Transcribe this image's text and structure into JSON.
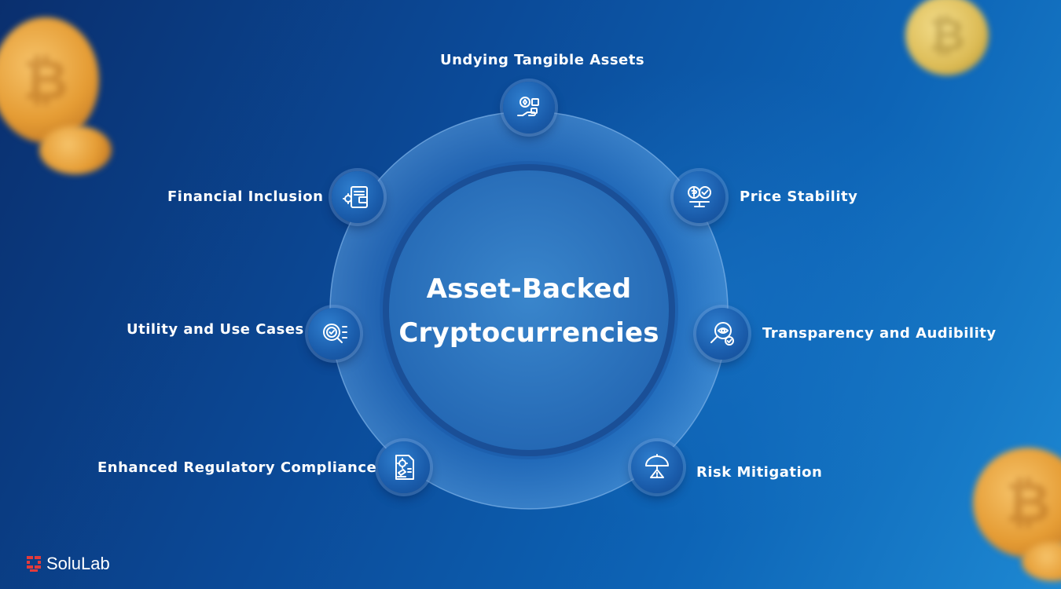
{
  "center": {
    "line1": "Asset-Backed",
    "line2": "Cryptocurrencies"
  },
  "features": [
    {
      "label": "Undying Tangible Assets",
      "icon": "tangible-assets-icon"
    },
    {
      "label": "Price Stability",
      "icon": "price-stability-icon"
    },
    {
      "label": "Transparency and Audibility",
      "icon": "transparency-audit-icon"
    },
    {
      "label": "Risk Mitigation",
      "icon": "risk-mitigation-icon"
    },
    {
      "label": "Enhanced Regulatory Compliance",
      "icon": "regulatory-compliance-icon"
    },
    {
      "label": "Utility and Use Cases",
      "icon": "utility-use-cases-icon"
    },
    {
      "label": "Financial Inclusion",
      "icon": "financial-inclusion-icon"
    }
  ],
  "brand": {
    "name": "SoluLab",
    "logo": "solulab-logo"
  },
  "colors": {
    "background_start": "#0a2f6e",
    "background_end": "#1d88d2",
    "coin": "#e59c34",
    "text": "#ffffff",
    "accent": "#e23b3b"
  }
}
